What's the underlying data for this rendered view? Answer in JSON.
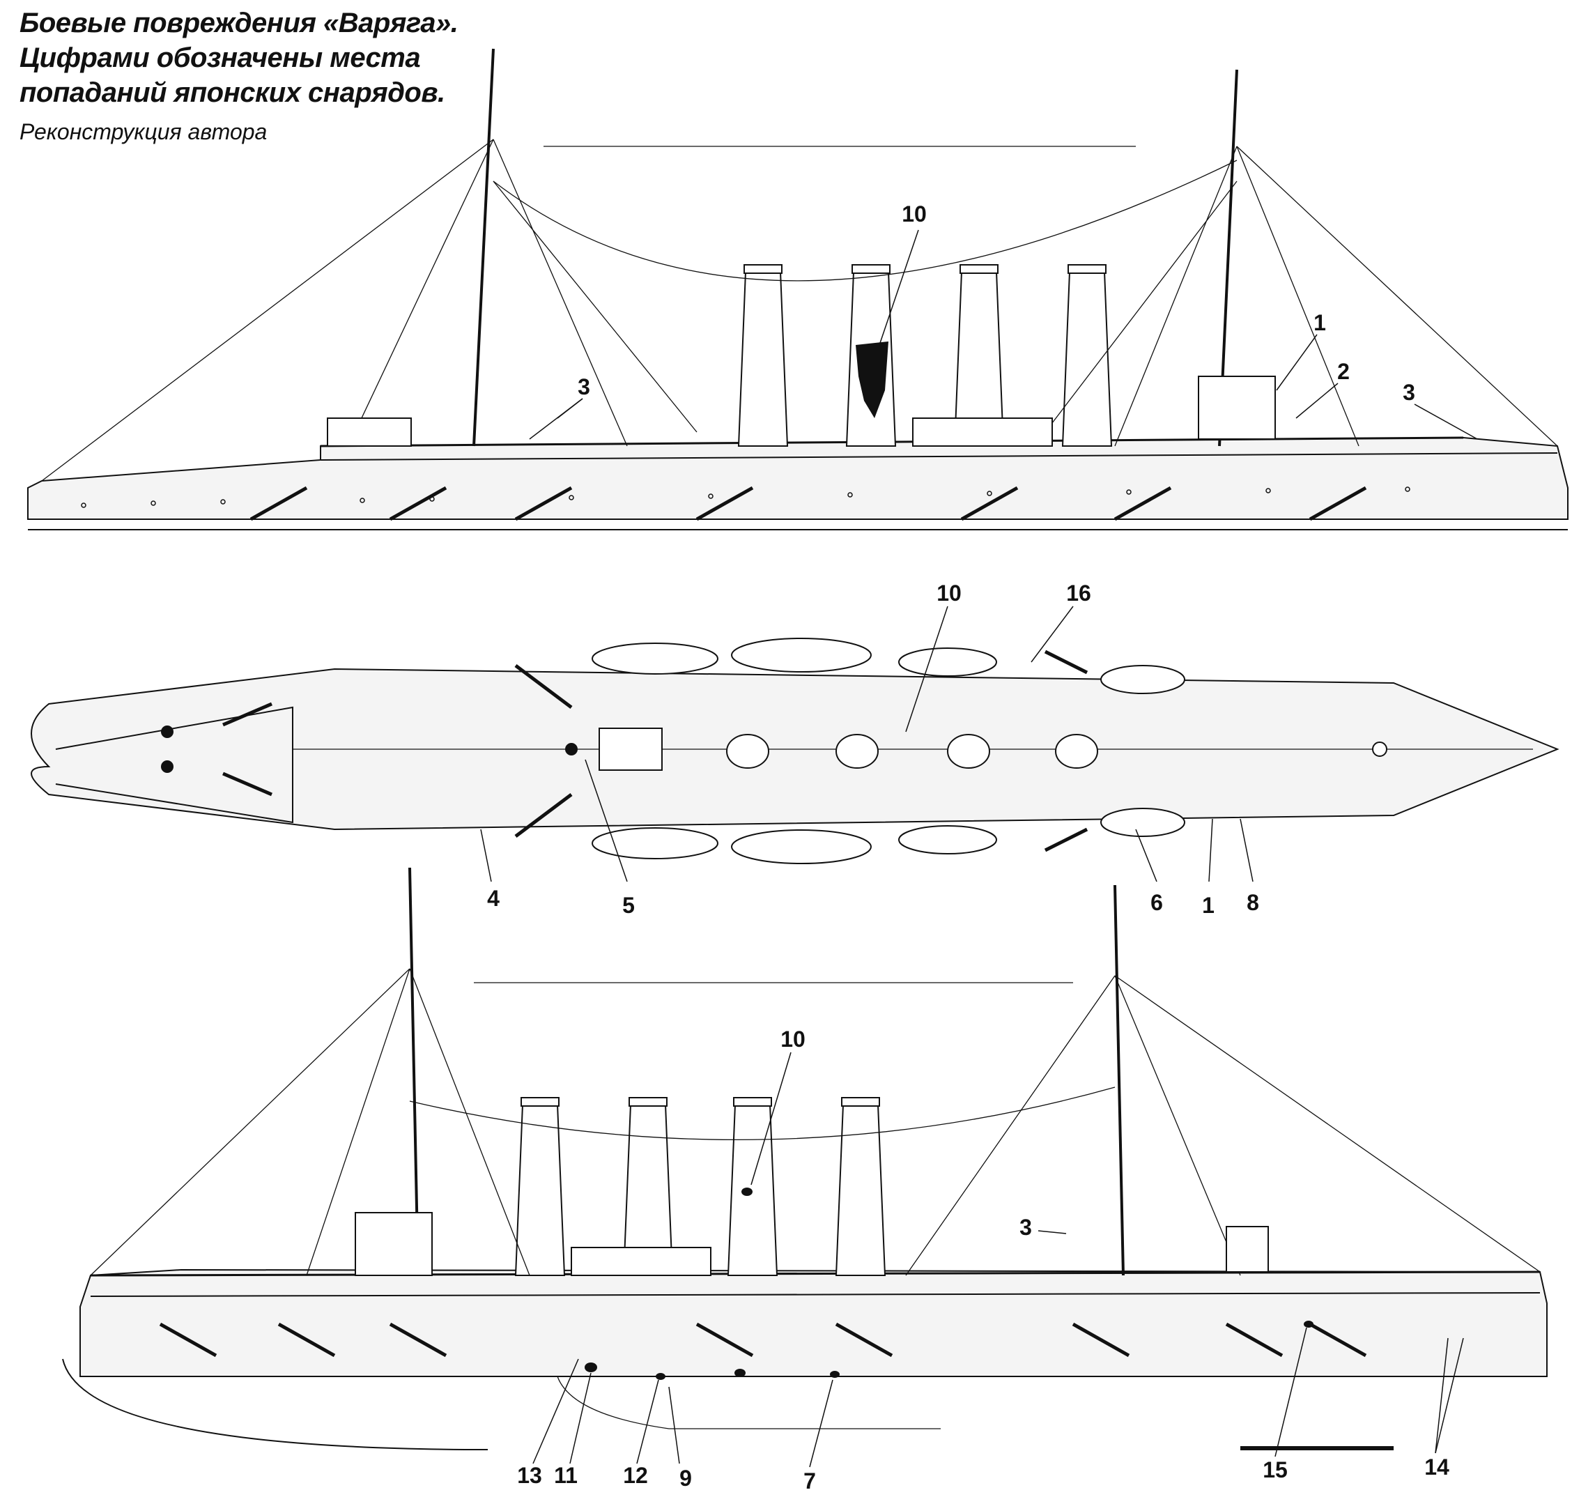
{
  "caption": {
    "line1": "Боевые повреждения «Варяга».",
    "line2": "Цифрами обозначены места",
    "line3": "попаданий японских снарядов.",
    "credit": "Реконструкция автора"
  },
  "views": {
    "top_profile": {
      "labels": [
        {
          "id": "a",
          "text": "10"
        },
        {
          "id": "b",
          "text": "3"
        },
        {
          "id": "c",
          "text": "1"
        },
        {
          "id": "d",
          "text": "2"
        },
        {
          "id": "e",
          "text": "3"
        }
      ]
    },
    "plan": {
      "labels": [
        {
          "id": "a",
          "text": "10"
        },
        {
          "id": "b",
          "text": "16"
        },
        {
          "id": "c",
          "text": "4"
        },
        {
          "id": "d",
          "text": "5"
        },
        {
          "id": "e",
          "text": "6"
        },
        {
          "id": "f",
          "text": "1"
        },
        {
          "id": "g",
          "text": "8"
        }
      ]
    },
    "bottom_profile": {
      "labels": [
        {
          "id": "a",
          "text": "10"
        },
        {
          "id": "b",
          "text": "3"
        },
        {
          "id": "c",
          "text": "13"
        },
        {
          "id": "d",
          "text": "11"
        },
        {
          "id": "e",
          "text": "12"
        },
        {
          "id": "f",
          "text": "9"
        },
        {
          "id": "g",
          "text": "7"
        },
        {
          "id": "h",
          "text": "15"
        },
        {
          "id": "i",
          "text": "14"
        }
      ]
    }
  },
  "colors": {
    "ink": "#111111",
    "paper": "#ffffff",
    "hull": "#f4f4f4"
  }
}
